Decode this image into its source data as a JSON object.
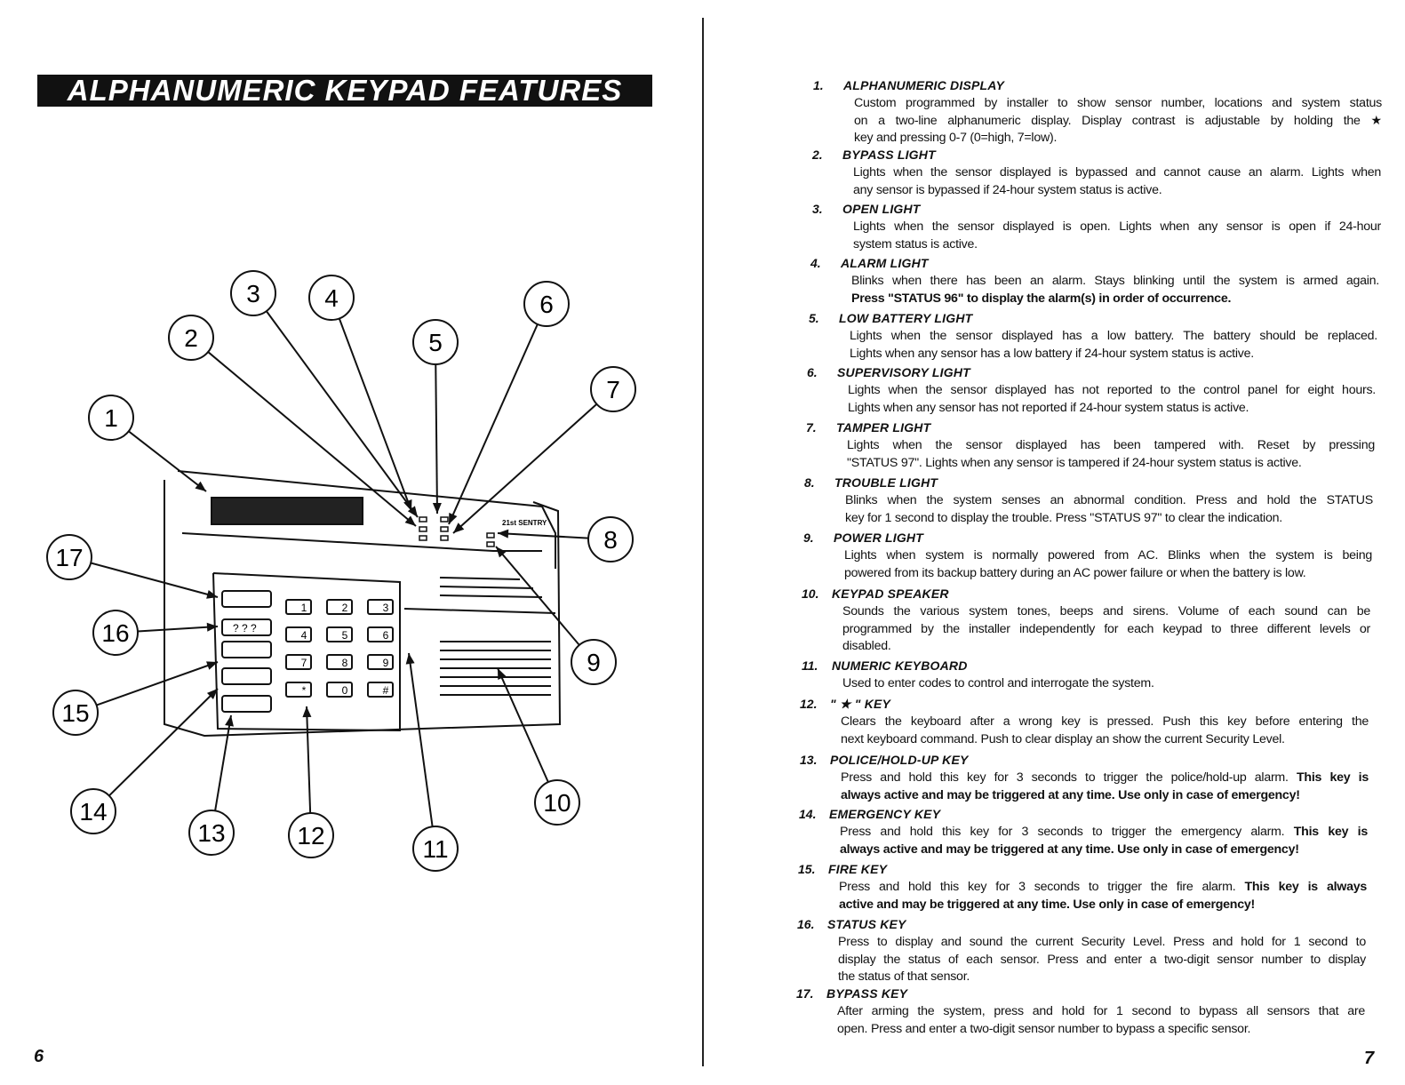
{
  "left_page": {
    "title": "ALPHANUMERIC KEYPAD FEATURES",
    "page_number": "6",
    "callouts": [
      "1",
      "2",
      "3",
      "4",
      "5",
      "6",
      "7",
      "8",
      "9",
      "10",
      "11",
      "12",
      "13",
      "14",
      "15",
      "16",
      "17"
    ],
    "keypad": {
      "brand": "21st SENTRY",
      "number_keys": [
        "1",
        "2",
        "3",
        "4",
        "5",
        "6",
        "7",
        "8",
        "9",
        "*",
        "0",
        "#"
      ],
      "status_key": "? ? ?"
    }
  },
  "right_page": {
    "page_number": "7",
    "items": [
      {
        "num": "1.",
        "title": "ALPHANUMERIC DISPLAY",
        "lines": [
          {
            "n": "Custom programmed by installer to show sensor number, locations and system status",
            "b": ""
          },
          {
            "n": "on a two-line alphanumeric display. Display contrast is adjustable by holding the ★",
            "b": ""
          },
          {
            "n": "key and pressing 0-7 (0=high, 7=low).",
            "b": ""
          }
        ]
      },
      {
        "num": "2.",
        "title": "BYPASS LIGHT",
        "lines": [
          {
            "n": "Lights when the sensor displayed is bypassed and cannot cause an alarm. Lights when",
            "b": ""
          },
          {
            "n": "any sensor is bypassed if 24-hour system status is active.",
            "b": ""
          }
        ]
      },
      {
        "num": "3.",
        "title": "OPEN LIGHT",
        "lines": [
          {
            "n": "Lights when the sensor displayed is open. Lights when any sensor is open if 24-hour",
            "b": ""
          },
          {
            "n": "system status is active.",
            "b": ""
          }
        ]
      },
      {
        "num": "4.",
        "title": "ALARM LIGHT",
        "lines": [
          {
            "n": "Blinks when there has been an alarm. Stays blinking until the system is armed again.",
            "b": ""
          },
          {
            "n": "",
            "b": "Press \"STATUS 96\" to display the alarm(s) in order of occurrence."
          }
        ]
      },
      {
        "num": "5.",
        "title": "LOW BATTERY LIGHT",
        "lines": [
          {
            "n": "Lights when the sensor displayed has a low battery. The battery should be replaced.",
            "b": ""
          },
          {
            "n": "Lights when any sensor has a low battery if 24-hour system status is active.",
            "b": ""
          }
        ]
      },
      {
        "num": "6.",
        "title": "SUPERVISORY LIGHT",
        "lines": [
          {
            "n": "Lights when the sensor displayed has not reported to the control panel for eight hours.",
            "b": ""
          },
          {
            "n": "Lights when any sensor has not reported if 24-hour system status is active.",
            "b": ""
          }
        ]
      },
      {
        "num": "7.",
        "title": "TAMPER LIGHT",
        "lines": [
          {
            "n": "Lights when the sensor displayed has been tampered with. Reset by pressing",
            "b": ""
          },
          {
            "n": "\"STATUS 97\". Lights when any sensor is tampered if 24-hour system status is active.",
            "b": ""
          }
        ]
      },
      {
        "num": "8.",
        "title": "TROUBLE LIGHT",
        "lines": [
          {
            "n": "Blinks when the system senses an abnormal condition. Press and hold the STATUS",
            "b": ""
          },
          {
            "n": "key for 1 second to display the trouble. Press \"STATUS 97\" to clear the indication.",
            "b": ""
          }
        ]
      },
      {
        "num": "9.",
        "title": "POWER LIGHT",
        "lines": [
          {
            "n": "Lights when system is normally powered from AC. Blinks when the system is being",
            "b": ""
          },
          {
            "n": "powered from its backup battery during an AC power failure or when the battery is low.",
            "b": ""
          }
        ]
      },
      {
        "num": "10.",
        "title": "KEYPAD SPEAKER",
        "lines": [
          {
            "n": "Sounds the various system tones, beeps and sirens. Volume of each sound can be",
            "b": ""
          },
          {
            "n": "programmed by the installer independently for each keypad to three different levels or",
            "b": ""
          },
          {
            "n": "disabled.",
            "b": ""
          }
        ]
      },
      {
        "num": "11.",
        "title": "NUMERIC KEYBOARD",
        "lines": [
          {
            "n": "Used to enter codes to control and interrogate the system.",
            "b": ""
          }
        ]
      },
      {
        "num": "12.",
        "title": "\" ★ \" KEY",
        "lines": [
          {
            "n": "Clears the keyboard after a wrong key is pressed. Push this key before entering the",
            "b": ""
          },
          {
            "n": "next keyboard command. Push to clear display an show the current Security Level.",
            "b": ""
          }
        ]
      },
      {
        "num": "13.",
        "title": "POLICE/HOLD-UP KEY",
        "lines": [
          {
            "n": "Press and hold this key for 3 seconds to trigger the police/hold-up alarm. ",
            "b": "This key is"
          },
          {
            "n": "",
            "b": "always active and may be triggered at any time. Use only in case of emergency!"
          }
        ]
      },
      {
        "num": "14.",
        "title": "EMERGENCY KEY",
        "lines": [
          {
            "n": "Press and hold this key for 3 seconds to trigger the emergency alarm. ",
            "b": "This key is"
          },
          {
            "n": "",
            "b": "always active and may be triggered at any time. Use only in case of emergency!"
          }
        ]
      },
      {
        "num": "15.",
        "title": "FIRE KEY",
        "lines": [
          {
            "n": "Press and hold this key for 3 seconds to trigger the fire alarm. ",
            "b": "This key is always"
          },
          {
            "n": "",
            "b": "active and may be triggered at any time. Use only in case of emergency!"
          }
        ]
      },
      {
        "num": "16.",
        "title": "STATUS KEY",
        "lines": [
          {
            "n": "Press to display and sound the current Security Level. Press and hold for 1 second to",
            "b": ""
          },
          {
            "n": "display the status of each sensor. Press and enter a two-digit sensor number to display",
            "b": ""
          },
          {
            "n": "the status of that sensor.",
            "b": ""
          }
        ]
      },
      {
        "num": "17.",
        "title": "BYPASS KEY",
        "lines": [
          {
            "n": "After arming the system, press and hold for 1 second to bypass all sensors that are",
            "b": ""
          },
          {
            "n": "open. Press and enter a two-digit sensor number to bypass a specific sensor.",
            "b": ""
          }
        ]
      }
    ]
  }
}
